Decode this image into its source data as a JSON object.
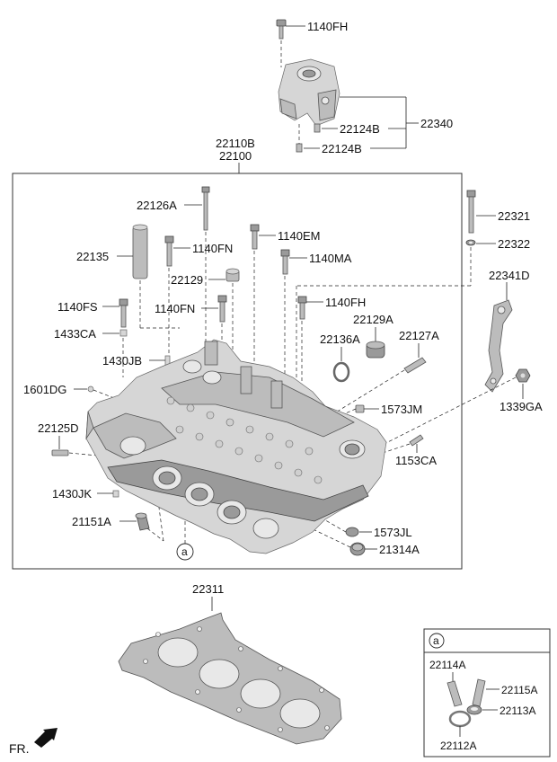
{
  "parts": {
    "top_bolt": "1140FH",
    "bracket": "22340",
    "bracket_dowel_upper": "22124B",
    "bracket_dowel_lower": "22124B",
    "head_assy_1": "22110B",
    "head_assy_2": "22100",
    "bolt_22126A": "22126A",
    "stud_22321": "22321",
    "washer_22322": "22322",
    "sleeve_22135": "22135",
    "bolt_1140FN_a": "1140FN",
    "bolt_1140EM": "1140EM",
    "bolt_1140MA": "1140MA",
    "plug_22129": "22129",
    "hanger_22341D": "22341D",
    "bolt_1140FS": "1140FS",
    "bolt_1140FN_b": "1140FN",
    "bolt_1140FH_b": "1140FH",
    "plug_22129A": "22129A",
    "plug_1433CA": "1433CA",
    "ring_22136A": "22136A",
    "pin_22127A": "22127A",
    "pin_1430JB": "1430JB",
    "plug_1601DG": "1601DG",
    "nut_1339GA": "1339GA",
    "plug_1573JM": "1573JM",
    "pin_22125D": "22125D",
    "pin_1153CA": "1153CA",
    "pin_1430JK": "1430JK",
    "plug_21151A": "21151A",
    "plug_1573JL": "1573JL",
    "plug_21314A": "21314A",
    "callout_a": "a",
    "gasket_22311": "22311",
    "fr_label": "FR."
  },
  "detail_box": {
    "callout": "a",
    "part_22114A": "22114A",
    "part_22115A": "22115A",
    "part_22113A": "22113A",
    "part_22112A": "22112A"
  }
}
